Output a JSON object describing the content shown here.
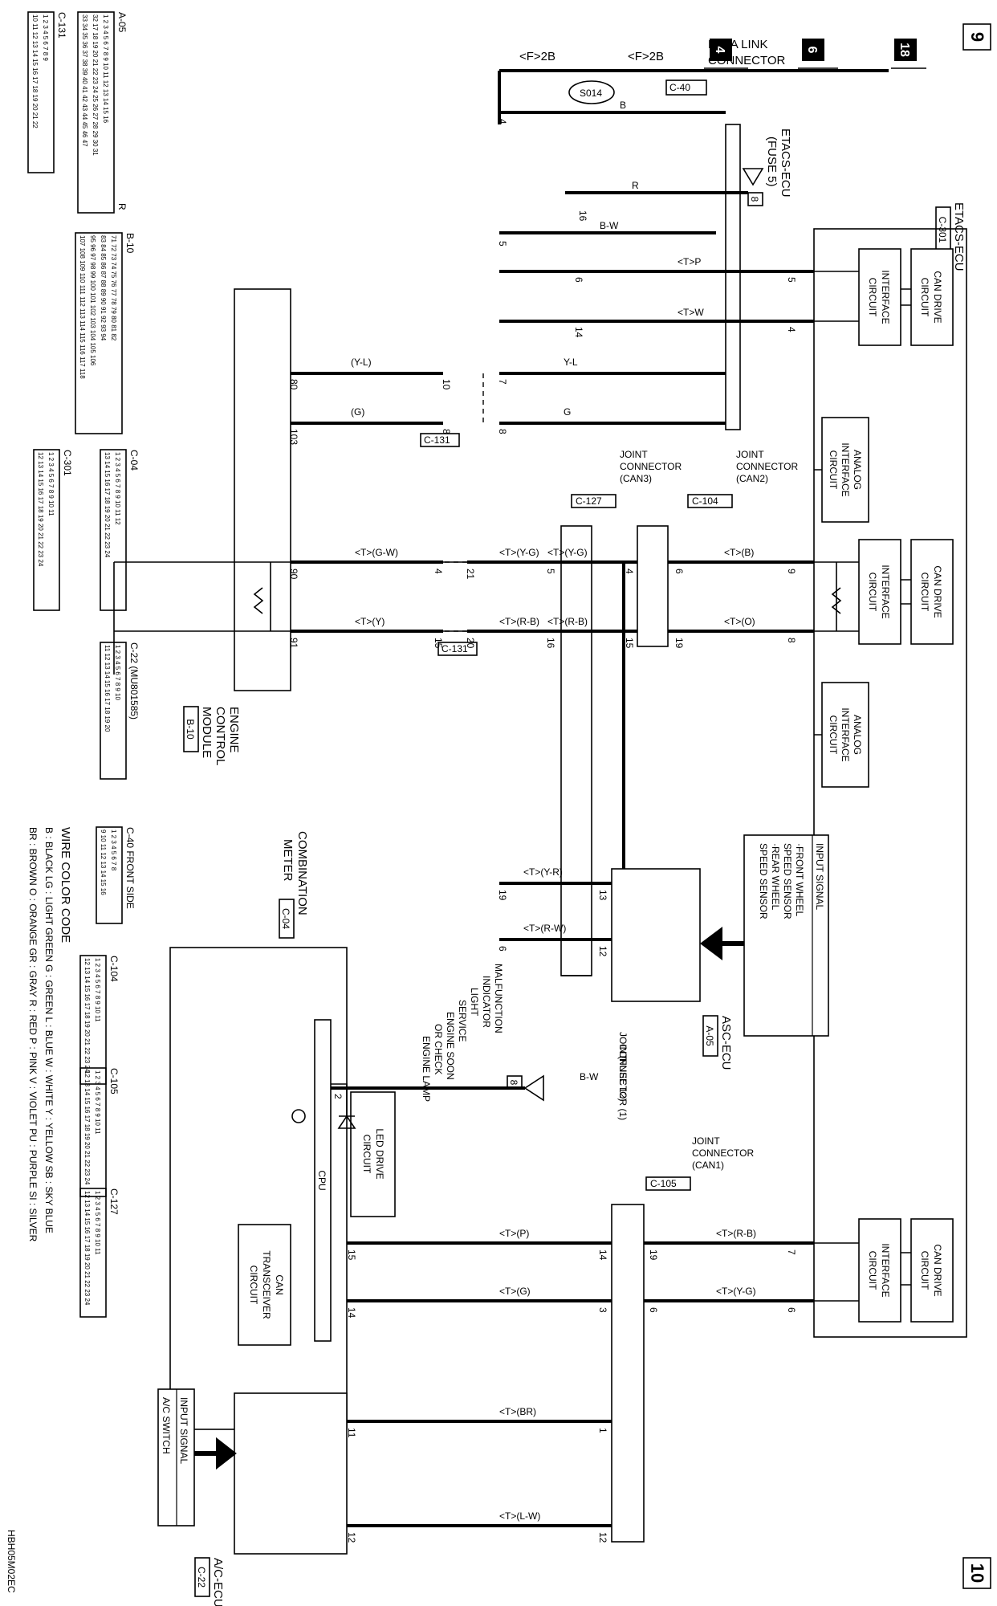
{
  "pages": {
    "left": "9",
    "right": "10"
  },
  "diagram_code": "HBH05M02EC",
  "modules": {
    "etacs": {
      "name": "ETACS-ECU",
      "code": "C-301"
    },
    "data_link": {
      "name_lines": [
        "DATA LINK",
        "CONNECTOR"
      ],
      "code": "C-40"
    },
    "etacs_fuse": {
      "name_lines": [
        "ETACS-ECU",
        "(FUSE 5)"
      ],
      "fuse": "8"
    },
    "jc_can2": {
      "name_lines": [
        "JOINT",
        "CONNECTOR",
        "(CAN2)"
      ],
      "code": "C-104"
    },
    "jc_can3": {
      "name_lines": [
        "JOINT",
        "CONNECTOR",
        "(CAN3)"
      ],
      "code": "C-127"
    },
    "jc_can1": {
      "name_lines": [
        "JOINT",
        "CONNECTOR",
        "(CAN1)"
      ],
      "code": "C-105"
    },
    "jc_fuse": {
      "name_lines": [
        "JOINT",
        "CONNECTOR (1)",
        "(FUSE 12)"
      ],
      "fuse": "8"
    },
    "ecm": {
      "name_lines": [
        "ENGINE",
        "CONTROL",
        "MODULE"
      ],
      "code": "B-10"
    },
    "meter": {
      "name_lines": [
        "COMBINATION",
        "METER"
      ],
      "code": "C-04"
    },
    "asc": {
      "name": "ASC-ECU",
      "code": "A-05"
    },
    "ac": {
      "name": "A/C-ECU",
      "code": "C-22"
    }
  },
  "circuits": {
    "can_drive": [
      "CAN DRIVE",
      "CIRCUIT"
    ],
    "interface": [
      "INTERFACE",
      "CIRCUIT"
    ],
    "analog": [
      "ANALOG",
      "INTERFACE",
      "CIRCUIT"
    ],
    "led_drive": [
      "LED DRIVE",
      "CIRCUIT"
    ],
    "can_trans": [
      "CAN",
      "TRANSCEIVER",
      "CIRCUIT"
    ],
    "cpu": "CPU",
    "mil": [
      "MALFUNCTION",
      "INDICATOR",
      "LIGHT",
      "SERVICE",
      "ENGINE SOON",
      "OR CHECK",
      "ENGINE LAMP"
    ]
  },
  "inputs": {
    "asc": [
      "INPUT SIGNAL",
      "·FRONT WHEEL",
      " SPEED SENSOR",
      "·REAR WHEEL",
      " SPEED SENSOR"
    ],
    "ac": [
      "INPUT SIGNAL",
      "A/C SWITCH"
    ]
  },
  "wire_labels": {
    "f2b_a": "<F>2B",
    "f2b_b": "<F>2B",
    "s014": "S014",
    "b": "B",
    "bw": "B-W",
    "r": "R",
    "yl": "Y-L",
    "g": "G",
    "yl_p": "(Y-L)",
    "g_p": "(G)",
    "tp": "<T>P",
    "tw": "<T>W",
    "tb": "<T>(B)",
    "to": "<T>(O)",
    "tyg_a": "<T>(Y-G)",
    "trb_a": "<T>(R-B)",
    "tyg_b": "<T>(Y-G)",
    "trb_b": "<T>(R-B)",
    "tgw": "<T>(G-W)",
    "ty": "<T>(Y)",
    "tyr": "<T>(Y-R)",
    "trw": "<T>(R-W)",
    "bw2": "B-W",
    "trb_c": "<T>(R-B)",
    "tyg_c": "<T>(Y-G)",
    "tp2": "<T>(P)",
    "tg2": "<T>(G)",
    "tbr": "<T>(BR)",
    "tlw": "<T>(L-W)"
  },
  "pins": {
    "dl_4": "4",
    "dl_5": "5",
    "dl_16": "16",
    "dl_6": "6",
    "dl_7": "7",
    "dl_14": "14",
    "dl_8": "8",
    "e_5": "5",
    "e_4": "4",
    "e_9": "9",
    "e_8": "8",
    "e_7": "7",
    "e_6": "6",
    "c131_10": "10",
    "c131_8": "8",
    "c131_21": "21",
    "c131_20": "20",
    "ecm_80": "80",
    "ecm_103": "103",
    "ecm_90": "90",
    "ecm_91": "91",
    "j2_6": "6",
    "j2_19": "19",
    "j2_4": "4",
    "j2_15": "15",
    "j3_4": "4",
    "j3_15": "15",
    "j3_5": "5",
    "j3_16": "16",
    "m_19": "19",
    "m_6": "6",
    "m_2": "2",
    "m_15": "15",
    "m_14": "14",
    "a_13": "13",
    "a_12": "12",
    "j1_19": "19",
    "j1_6": "6",
    "j1_14": "14",
    "j1_3": "3",
    "j1_1": "1",
    "j1_12": "12",
    "ac_11": "11",
    "ac_12": "12"
  },
  "refs": {
    "c131_a": "C-131",
    "c131_b": "C-131",
    "g6": "6",
    "g18": "18",
    "g4": "4"
  },
  "legend": {
    "title": "WIRE COLOR CODE",
    "rows": [
      "B : BLACK   LG : LIGHT GREEN   G : GREEN   L : BLUE   W : WHITE   Y : YELLOW   SB : SKY BLUE",
      "BR : BROWN   O : ORANGE   GR : GRAY   R : RED   P : PINK   V : VIOLET   PU : PURPLE   SI : SILVER"
    ]
  },
  "connectors": [
    {
      "code": "A-05",
      "rows": [
        "1  2 3 4 5 6 7 8 9 10 11 12 13 14 15  16",
        "32  17 18 19 20 21 22 23 24 25 26 27 28 29 30 31",
        "33 34 35 36 37 38 39 40 41 42 43 44 45 46  47"
      ],
      "tag": "R"
    },
    {
      "code": "C-131",
      "rows": [
        "1 2 3 4        5 6 7 8 9",
        "10 11 12 13 14 15 16 17 18 19 20 21 22"
      ]
    },
    {
      "code": "B-10",
      "rows": [
        "71 72 73 74 75 76 77 78 79 80 81 82",
        "83 84 85 86 87 88 89 90 91 92 93 94",
        "95 96 97 98 99 100 101 102 103 104 105 106",
        "107 108 109 110 111 112 113 114 115 116 117 118"
      ]
    },
    {
      "code": "C-04",
      "rows": [
        "1 2 3 4 5 6 7 8 9 10 11 12",
        "13 14 15 16 17 18 19 20 21 22 23 24"
      ]
    },
    {
      "code": "C-301",
      "rows": [
        "1 2 3 4 5   6 7 8 9 10 11",
        "12 13 14 15 16 17 18 19 20 21 22 23 24"
      ]
    },
    {
      "code": "C-22",
      "sub": "(MU801585)",
      "rows": [
        "1 2 3 4 5 6 7 8 9 10",
        "11 12 13 14 15 16 17 18 19 20"
      ]
    },
    {
      "code": "C-40",
      "sub": "FRONT SIDE",
      "rows": [
        "1 2 3 4 5 6 7 8",
        "9 10 11 12 13 14 15 16"
      ]
    },
    {
      "code": "C-104",
      "rows": [
        "1 2 3 4 5   6 7 8 9 10 11",
        "12 13 14 15 16 17 18 19 20 21 22 23 24"
      ]
    },
    {
      "code": "C-105",
      "rows": [
        "1 2 3 4 5   6 7 8 9 10 11",
        "12 13 14 15 16 17 18 19 20 21 22 23 24"
      ]
    },
    {
      "code": "C-127",
      "rows": [
        "1 2 3 4 5   6 7 8 9 10 11",
        "12 13 14 15 16 17 18 19 20 21 22 23 24"
      ]
    }
  ]
}
